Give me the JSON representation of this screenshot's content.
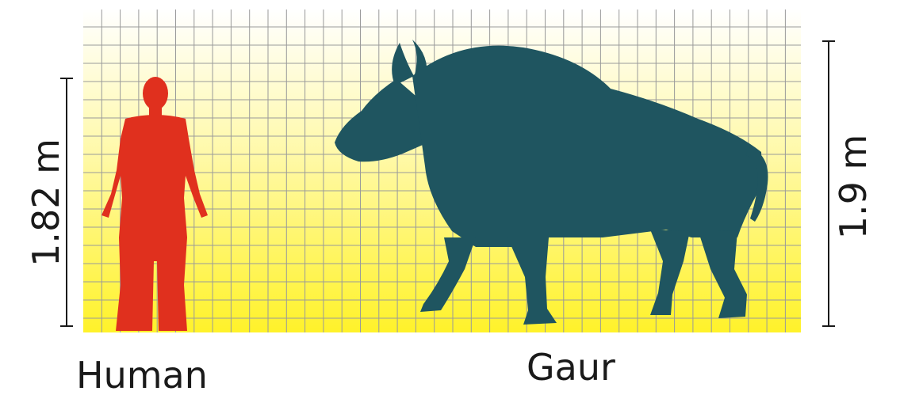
{
  "figures": {
    "human": {
      "name": "Human",
      "height_label": "1.82 m",
      "color": "#e0301e"
    },
    "gaur": {
      "name": "Gaur",
      "height_label": "1.9 m",
      "color": "#1f5560"
    }
  },
  "background": {
    "gradient_top": "#ffffff",
    "gradient_bottom": "#fff22a",
    "grid_color": "#9a9a9a",
    "grid": true
  }
}
